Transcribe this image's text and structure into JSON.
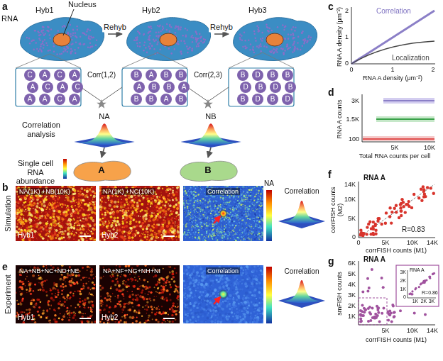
{
  "diagram": {
    "nodes": [
      {
        "text": [
          "Hyb1"
        ]
      },
      {
        "text": [
          "Hyb2"
        ]
      },
      {
        "text": [
          "Hyb3"
        ]
      },
      {
        "text": [
          "NA"
        ]
      },
      {
        "text": [
          "NB"
        ]
      },
      {
        "text": [
          "A"
        ]
      },
      {
        "text": [
          "B"
        ]
      }
    ],
    "edges": [
      {
        "from": 0,
        "to": 1,
        "label": "Rehyb",
        "arrow": "to"
      },
      {
        "from": 1,
        "to": 2,
        "label": "Rehyb",
        "arrow": "to"
      },
      {
        "from": 3,
        "to": 5,
        "arrow": "to"
      },
      {
        "from": 4,
        "to": 6,
        "arrow": "to"
      }
    ],
    "labels": [
      "a",
      "RNA",
      "Nucleus",
      "C",
      "A",
      "C",
      "A",
      "A",
      "C",
      "A",
      "C",
      "A",
      "A",
      "C",
      "A",
      "B",
      "A",
      "B",
      "B",
      "A",
      "B",
      "B",
      "A",
      "B",
      "B",
      "A",
      "B",
      "B",
      "D",
      "B",
      "B",
      "D",
      "B",
      "D",
      "B",
      "B",
      "D",
      "B",
      "D",
      "Corr(1,2)",
      "Corr(2,3)",
      "Correlation analysis",
      "Single cell RNA abundance",
      "b",
      "Simulation",
      "NA(1K) +NB(10K)",
      "NA(1K) +NC(10K)",
      "Correlation",
      "Hyb1",
      "Hyb2",
      "NA",
      "Correlation",
      "e",
      "Experiment",
      "NA+NB+NC+ND+NE",
      "NA+NF+NG+NH+NI",
      "Correlation",
      "Hyb1",
      "Hyb2",
      "Correlation",
      "c",
      "RNA A density (μm⁻²)",
      "2",
      "1",
      "0",
      "0",
      "1",
      "2",
      "RNA A density (μm⁻²)",
      "Correlation",
      "Localization",
      "d",
      "RNA A counts",
      "3K",
      "1.5K",
      "100",
      "5K",
      "10K",
      "Total RNA counts per cell",
      "f",
      "corrFISH counts (M2)",
      "14K",
      "10K",
      "5K",
      "0",
      "0",
      "5K",
      "10K",
      "14K",
      "corrFISH counts (M1)",
      "RNA A",
      "R=0.83",
      "g",
      "smFISH counts",
      "6K",
      "5K",
      "4K",
      "3K",
      "2K",
      "1K",
      "5K",
      "10K",
      "14K",
      "corrFISH counts (M1)",
      "RNA A",
      "RNA A",
      "3K",
      "2K",
      "1K",
      "0",
      "1K",
      "2K",
      "3K",
      "R=0.86"
    ]
  }
}
